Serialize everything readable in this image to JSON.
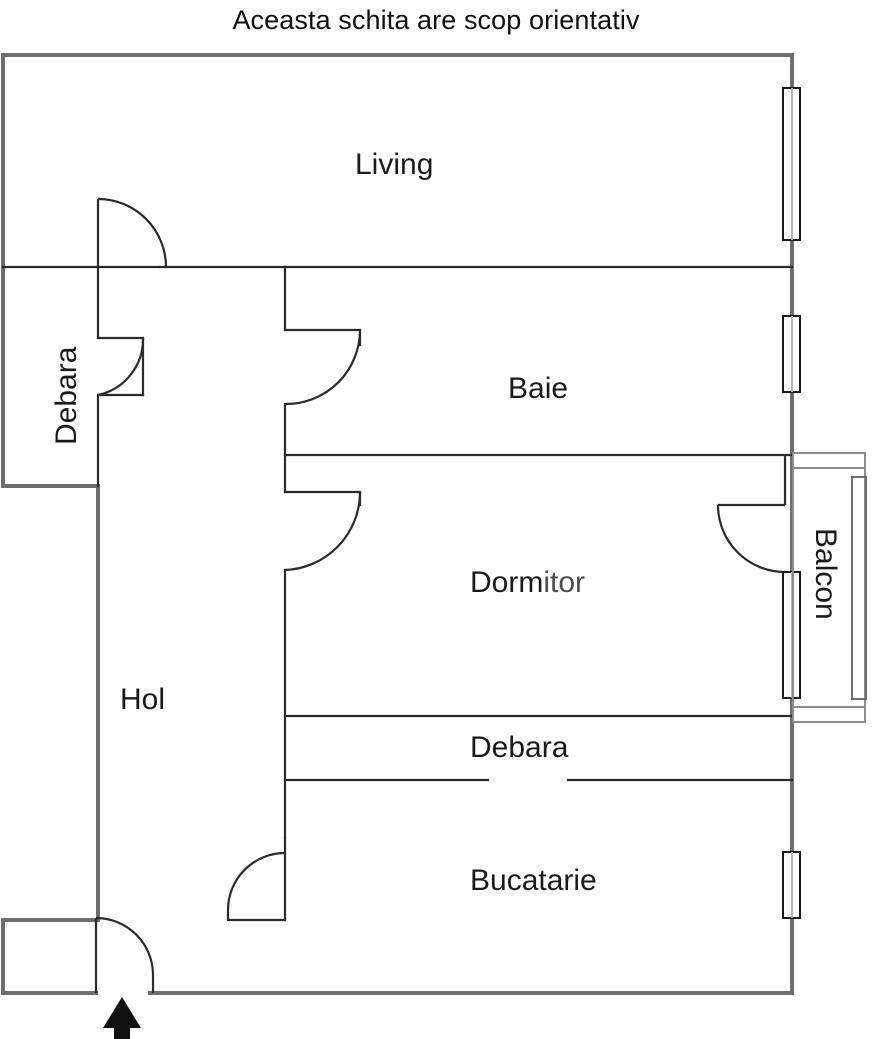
{
  "title": "Aceasta schita are scop orientativ",
  "rooms": {
    "living": "Living",
    "baie": "Baie",
    "dormitor_1": "Dorm",
    "dormitor_2": "itor",
    "dormitor_full": "Dormitor",
    "debara_left": "Debara",
    "debara_center": "Debara",
    "bucatarie": "Bucatarie",
    "hol": "Hol",
    "balcon": "Balcon"
  },
  "colors": {
    "wall": "#6e6e6e",
    "partition": "#2b2b2b",
    "door_arc": "#2b2b2b",
    "window_frame": "#1a1a1a",
    "window_inner": "#b5b5b5",
    "railing": "#8c8c8c",
    "entry_arrow": "#111111",
    "text": "#111111",
    "background": "#ffffff"
  },
  "features": {
    "entry_arrow": "entrance-direction-arrow",
    "doors": [
      "living-entry-door",
      "debara-left-door",
      "baie-door",
      "dormitor-door",
      "balcon-door",
      "bucatarie-door",
      "main-entrance-door"
    ],
    "windows": [
      "living-window",
      "baie-window",
      "dormitor-window",
      "bucatarie-window",
      "balcon-window"
    ]
  }
}
